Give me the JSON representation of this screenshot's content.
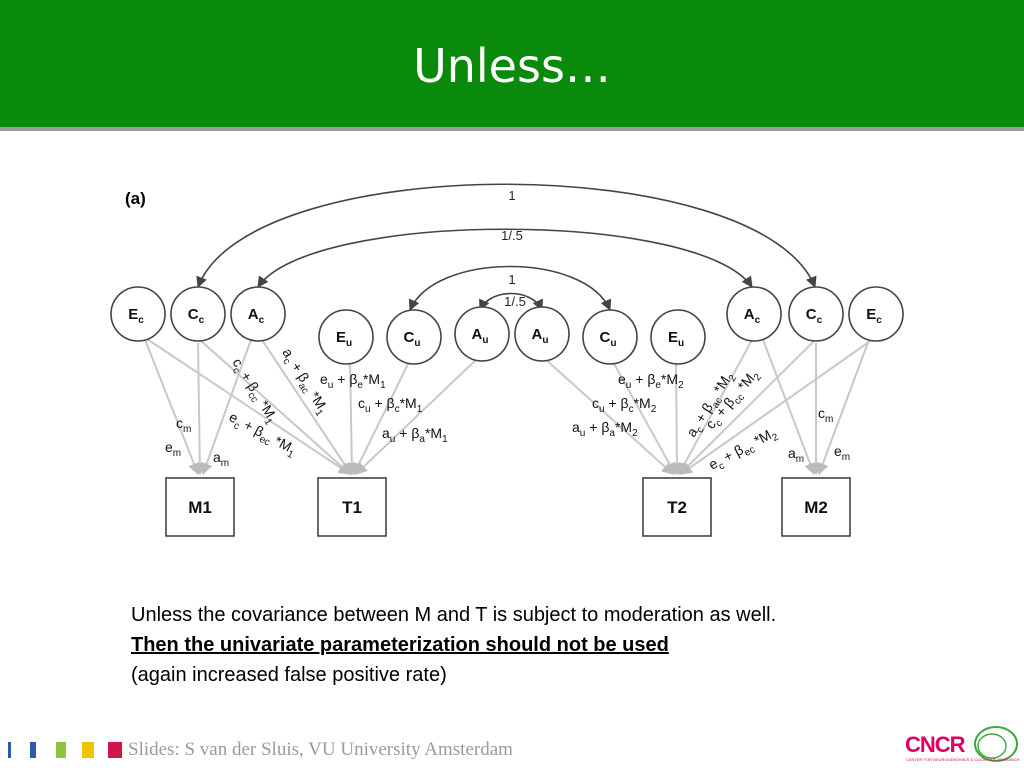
{
  "slide": {
    "title": "Unless…"
  },
  "diagram": {
    "panel_label": "(a)",
    "latent_nodes": [
      {
        "id": "Ec_l",
        "label": "E",
        "sub": "c"
      },
      {
        "id": "Cc_l",
        "label": "C",
        "sub": "c"
      },
      {
        "id": "Ac_l",
        "label": "A",
        "sub": "c"
      },
      {
        "id": "Eu_l",
        "label": "E",
        "sub": "u"
      },
      {
        "id": "Cu_l",
        "label": "C",
        "sub": "u"
      },
      {
        "id": "Au_l",
        "label": "A",
        "sub": "u"
      },
      {
        "id": "Au_r",
        "label": "A",
        "sub": "u"
      },
      {
        "id": "Cu_r",
        "label": "C",
        "sub": "u"
      },
      {
        "id": "Eu_r",
        "label": "E",
        "sub": "u"
      },
      {
        "id": "Ac_r",
        "label": "A",
        "sub": "c"
      },
      {
        "id": "Cc_r",
        "label": "C",
        "sub": "c"
      },
      {
        "id": "Ec_r",
        "label": "E",
        "sub": "c"
      }
    ],
    "observed_nodes": [
      {
        "id": "M1",
        "label": "M1"
      },
      {
        "id": "T1",
        "label": "T1"
      },
      {
        "id": "T2",
        "label": "T2"
      },
      {
        "id": "M2",
        "label": "M2"
      }
    ],
    "covariances": [
      {
        "label": "1"
      },
      {
        "label": "1/.5"
      },
      {
        "label": "1"
      },
      {
        "label": "1/.5"
      }
    ],
    "path_labels": {
      "cm": "c",
      "cm_sub": "m",
      "em": "e",
      "em_sub": "m",
      "am": "a",
      "am_sub": "m",
      "beta": "β",
      "times": "*",
      "M": "M",
      "one": "1",
      "two": "2"
    }
  },
  "caption": {
    "line1": "Unless the covariance between M and T is subject to moderation as well.",
    "line2": "Then the univariate parameterization should not be used",
    "line3": "(again increased false positive rate)"
  },
  "footer": {
    "credit": "Slides: S van der Sluis, VU University Amsterdam",
    "squares": [
      "#2c5aa8",
      "#2c5aa8",
      "#8bc43f",
      "#f2c100",
      "#d0164b"
    ],
    "logo": "CNCR",
    "logo_sub": "CENTER FOR NEUROGENOMICS & COGNITIVE RESEARCH"
  },
  "colors": {
    "header_green": "#0a8a0a",
    "logo_pink": "#e00060",
    "logo_green": "#3aa83a"
  }
}
